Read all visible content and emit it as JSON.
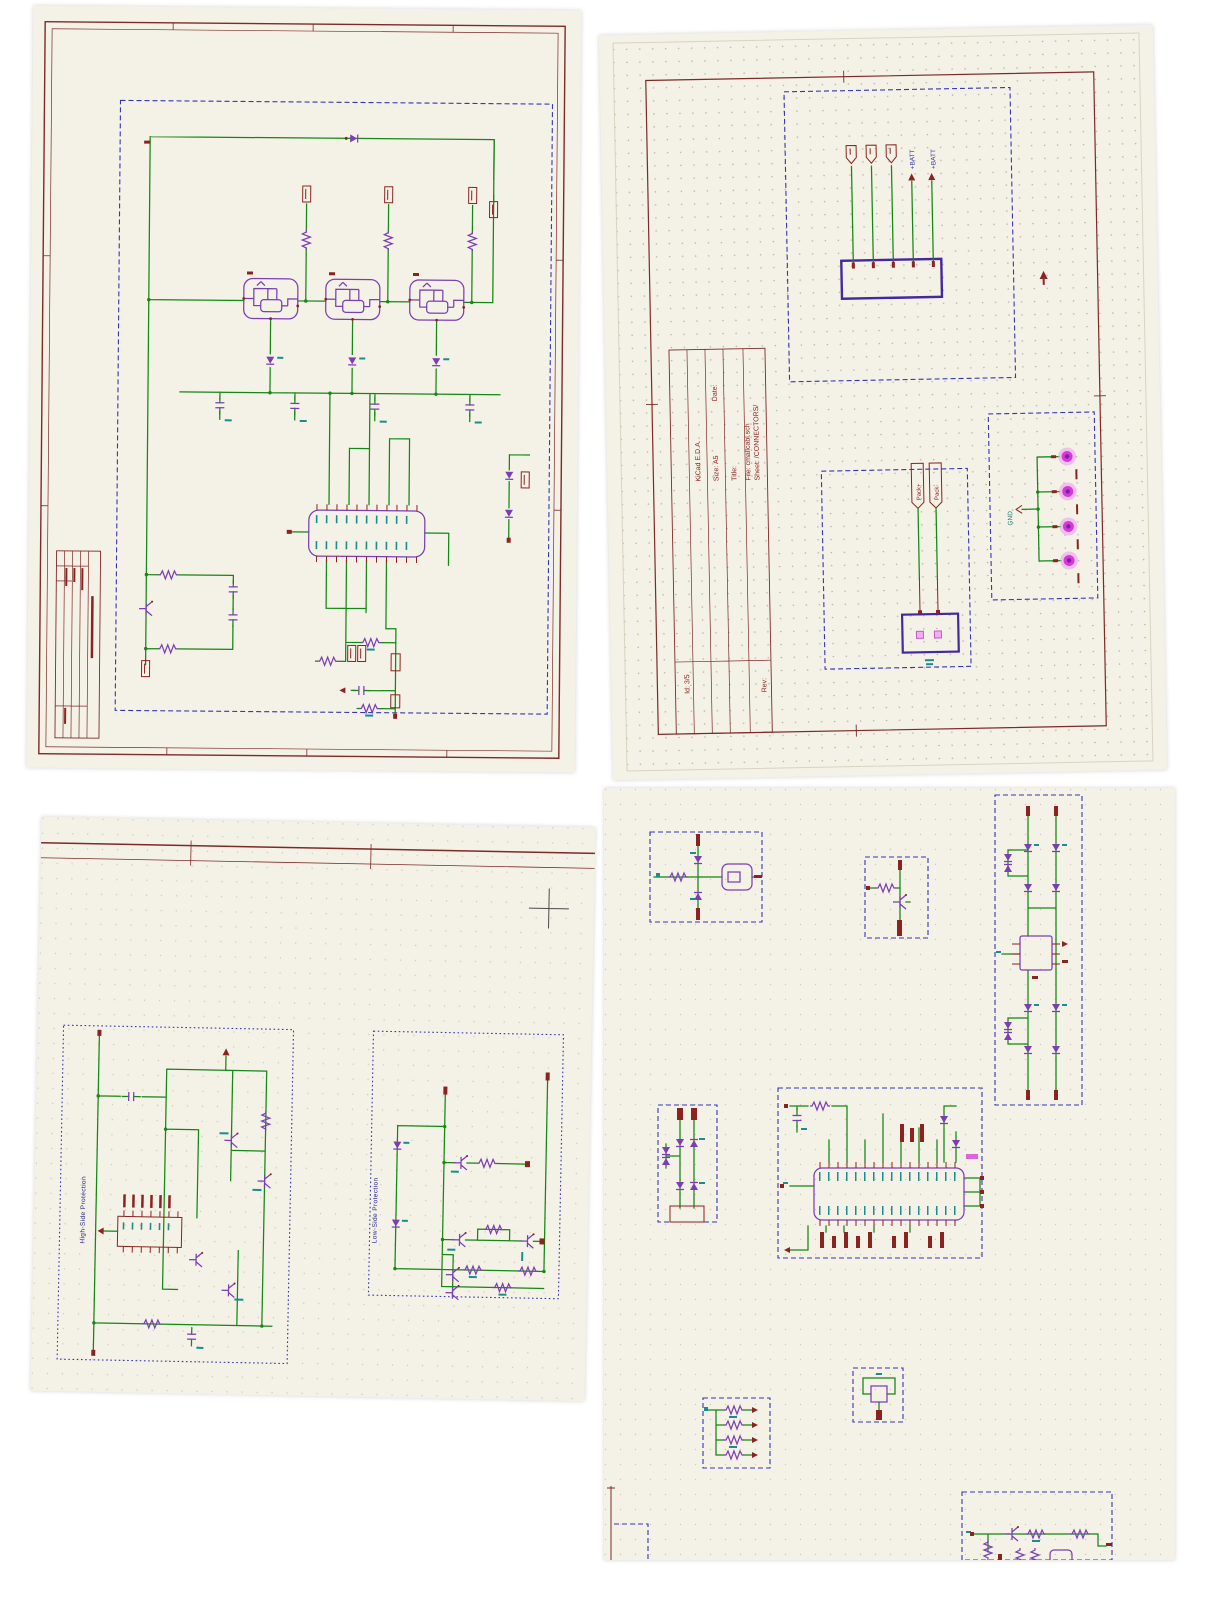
{
  "colors": {
    "paper": "#f4f1e6",
    "background": "#ffffff",
    "border_maroon": "#7e2a28",
    "wire_green": "#148714",
    "component_purple": "#7a3fb5",
    "connector_violet": "#4527a0",
    "dashed_box_blue": "#3535b5",
    "label_red": "#8c2320",
    "net_label_blue": "#3b3b9e",
    "pad_magenta": "#d938d9",
    "pin_teal": "#1c8c8c",
    "protection_label_blue": "#26268c"
  },
  "connectors_page": {
    "title_block": {
      "sheet": "Sheet: /CONNECTORS/",
      "file": "File: cmallcabl.sch",
      "title": "Title:",
      "size": "Size: A5",
      "date": "Date:",
      "app": "KiCad E.D.A.",
      "rev": "Rev:",
      "id": "Id: 3/5"
    },
    "nets": {
      "batt_a": "+BATT",
      "batt_b": "+BATT",
      "gnd": "GND"
    },
    "flags": {
      "pack_plus": "Pack+",
      "pack_minus": "Pack-"
    }
  },
  "protection_page": {
    "labels": {
      "high_side": "High-Side Protection",
      "low_side": "Low-Side Protection"
    }
  }
}
